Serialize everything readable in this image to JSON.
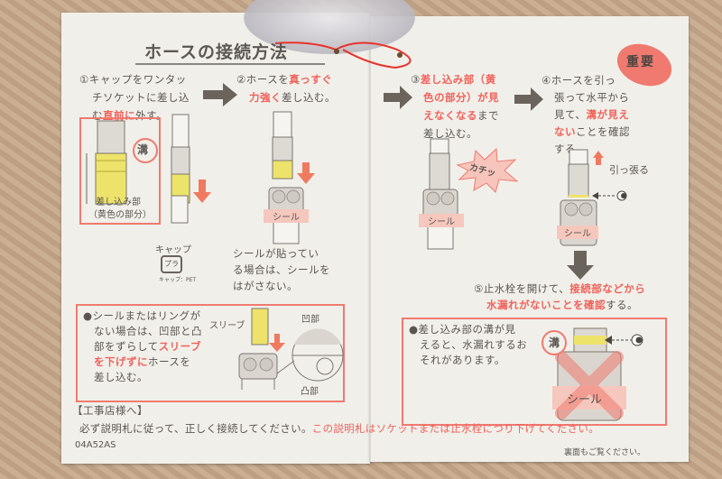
{
  "title": "ホースの接続方法",
  "steps": [
    {
      "lines": [
        [
          "①キャップをワンタッ"
        ],
        [
          "チソケットに差し込"
        ],
        [
          "む",
          "直前に",
          "外す。"
        ]
      ]
    },
    {
      "lines": [
        [
          "②ホースを",
          "真っすぐ"
        ],
        [
          "力強く",
          "差し込む。"
        ]
      ]
    },
    {
      "lines": [
        [
          "③",
          "差し込み部（黄"
        ],
        [
          "色の部分）が見"
        ],
        [
          "えなくなる",
          "まで"
        ],
        [
          "差し込む。"
        ]
      ]
    },
    {
      "lines": [
        [
          "④ホースを引っ"
        ],
        [
          "張って水平から"
        ],
        [
          "見て、",
          "溝が見え"
        ],
        [
          "ない",
          "ことを確認"
        ],
        [
          "する。"
        ]
      ]
    },
    {
      "lines": [
        [
          "⑤止水栓を開けて、",
          "接続部などから"
        ],
        [
          "水漏れがないことを確認",
          "する。"
        ]
      ]
    }
  ],
  "badge": "重要",
  "labels": {
    "groove": "溝",
    "insert_part": "差し込み部",
    "insert_part_sub": "（黄色の部分）",
    "cap": "キャップ",
    "recycle": "プラ",
    "recycle_sub": "キャップ：PET",
    "seal": "シール",
    "click": "カチッ",
    "pull": "引っ張る",
    "sleeve": "スリーブ",
    "concave": "凹部",
    "convex": "凸部"
  },
  "step2_note": [
    "シールが貼ってい",
    "る場合は、シールを",
    "はがさない。"
  ],
  "note_left": [
    [
      "●シールまたはリングが"
    ],
    [
      "ない場合は、凹部と凸"
    ],
    [
      "部をずらして",
      "スリーブ"
    ],
    [
      "を下げずに",
      "ホースを"
    ],
    [
      "差し込む。"
    ]
  ],
  "note_right": [
    "●差し込み部の溝が見",
    "えると、水漏れするお",
    "それがあります。"
  ],
  "footer": {
    "heading": "【工事店様へ】",
    "line_normal": "必ず説明札に従って、正しく接続してください。",
    "line_red": "この説明札はソケットまたは止水栓につり下げてください。",
    "code": "04A52AS",
    "back": "裏面もご覧ください。"
  },
  "colors": {
    "accent": "#f0625a",
    "yellow": "#ede36a",
    "gray_arrow": "#6b645c",
    "card": "#f1efea"
  }
}
